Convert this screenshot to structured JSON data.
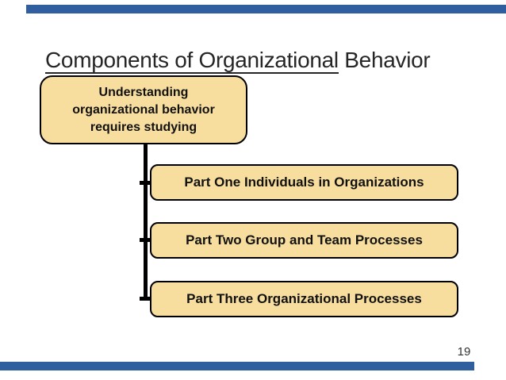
{
  "slide": {
    "title": {
      "text_underlined": "Components of Organizational",
      "text_plain": " Behavior"
    },
    "hierarchy": {
      "root": {
        "lines": [
          "Understanding",
          "organizational behavior",
          "requires studying"
        ]
      },
      "children": [
        {
          "label": "Part One Individuals in Organizations"
        },
        {
          "label": "Part Two Group and Team Processes"
        },
        {
          "label": "Part Three Organizational Processes"
        }
      ]
    },
    "page_number": "19",
    "colors": {
      "accent_bar": "#2F5F9E",
      "node_fill": "#F8DE9E",
      "node_border": "#000000",
      "connector": "#000000",
      "title_text": "#262626"
    }
  }
}
